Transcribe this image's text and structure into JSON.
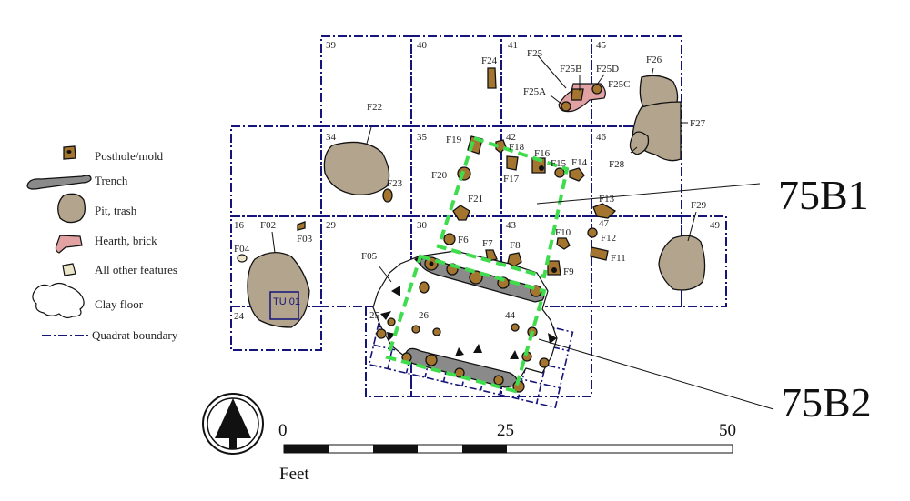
{
  "legend": {
    "posthole": "Posthole/mold",
    "trench": "Trench",
    "pit": "Pit, trash",
    "hearth": "Hearth, brick",
    "other": "All other features",
    "clay": "Clay floor",
    "quadrat": "Quadrat boundary"
  },
  "quadrats": [
    "39",
    "40",
    "41",
    "45",
    "34",
    "35",
    "42",
    "46",
    "16",
    "29",
    "30",
    "43",
    "47",
    "49",
    "24",
    "25",
    "26",
    "44"
  ],
  "features": {
    "F02": "F02",
    "F03": "F03",
    "F04": "F04",
    "F05": "F05",
    "F6": "F6",
    "F7": "F7",
    "F8": "F8",
    "F9": "F9",
    "F10": "F10",
    "F11": "F11",
    "F12": "F12",
    "F13": "F13",
    "F14": "F14",
    "F15": "F15",
    "F16": "F16",
    "F17": "F17",
    "F18": "F18",
    "F19": "F19",
    "F20": "F20",
    "F21": "F21",
    "F22": "F22",
    "F23": "F23",
    "F24": "F24",
    "F25": "F25",
    "F25A": "F25A",
    "F25B": "F25B",
    "F25C": "F25C",
    "F25D": "F25D",
    "F26": "F26",
    "F27": "F27",
    "F28": "F28",
    "F29": "F29"
  },
  "test_unit": "TU 01",
  "structures": {
    "a": "75B1",
    "b": "75B2"
  },
  "scale": {
    "start": "0",
    "mid": "25",
    "end": "50",
    "unit": "Feet"
  },
  "colors": {
    "posthole": "#a4752f",
    "pit": "#b3a48e",
    "hearth": "#e2a1a3",
    "other": "#ebe5c9",
    "quadrat": "#14147a",
    "structure": "#3fdc4e"
  }
}
